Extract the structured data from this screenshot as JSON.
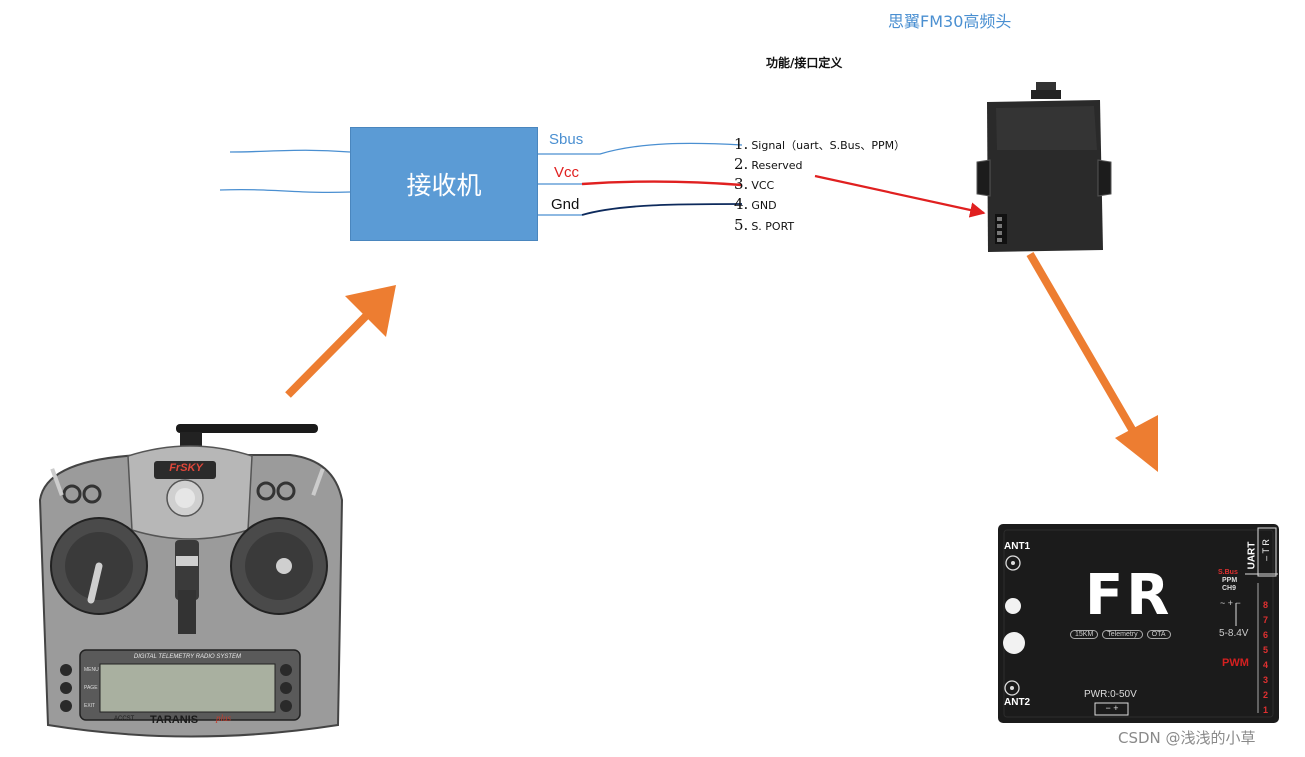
{
  "module_title": "思翼FM30高频头",
  "pin_table_title": "功能/接口定义",
  "receiver_label": "接收机",
  "wire_labels": {
    "sbus": "Sbus",
    "vcc": "Vcc",
    "gnd": "Gnd"
  },
  "pins": [
    {
      "num": "1.",
      "label": "Signal（uart、S.Bus、PPM）"
    },
    {
      "num": "2.",
      "label": "Reserved"
    },
    {
      "num": "3.",
      "label": "VCC"
    },
    {
      "num": "4.",
      "label": "GND"
    },
    {
      "num": "5.",
      "label": "S.   PORT"
    }
  ],
  "transmitter": {
    "brand": "FrSKY",
    "lcd_caption": "DIGITAL TELEMETRY RADIO SYSTEM",
    "model": "TARANIS",
    "model_suffix": "plus",
    "accst": "ACCST",
    "left_buttons": [
      "MENU",
      "PAGE",
      "EXIT"
    ]
  },
  "fr_module": {
    "logo": "FR",
    "badges": [
      "15KM",
      "Telemetry",
      "OTA"
    ],
    "ant1": "ANT1",
    "ant2": "ANT2",
    "uart": "UART",
    "tr": "– T R",
    "sbus": "S.Bus",
    "ppm": "PPM",
    "ch9": "CH9",
    "voltage": "5-8.4V",
    "pwm": "PWM",
    "pwr": "PWR:0-50V",
    "pwr_polarity": "−  +",
    "pins": [
      "8",
      "7",
      "6",
      "5",
      "4",
      "3",
      "2",
      "1"
    ],
    "power_marks": "~ + −"
  },
  "watermark": "CSDN @浅浅的小草",
  "colors": {
    "receiver_fill": "#5b9bd5",
    "sbus_wire": "#4a8fd1",
    "vcc_wire": "#e02020",
    "gnd_wire": "#0d2a5c",
    "orange_arrow": "#ed7d31",
    "red_arrow": "#e02020",
    "pwm_red": "#d42020"
  }
}
